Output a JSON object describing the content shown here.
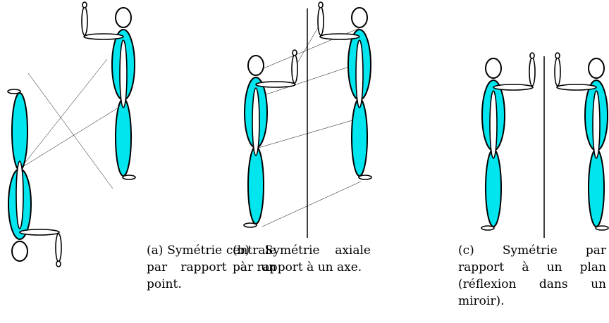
{
  "figure": {
    "fill_color": "#00e5ee",
    "stroke_color": "#000000",
    "captions": [
      {
        "tag": "(a)",
        "text": "Symétrie cen­trale par rapport à un point."
      },
      {
        "tag": "(b)",
        "text": "Symétrie axiale par rapport à un axe."
      },
      {
        "tag": "(c)",
        "text": "Symétrie par rapport à un plan (réflexion dans un miroir)."
      }
    ]
  }
}
